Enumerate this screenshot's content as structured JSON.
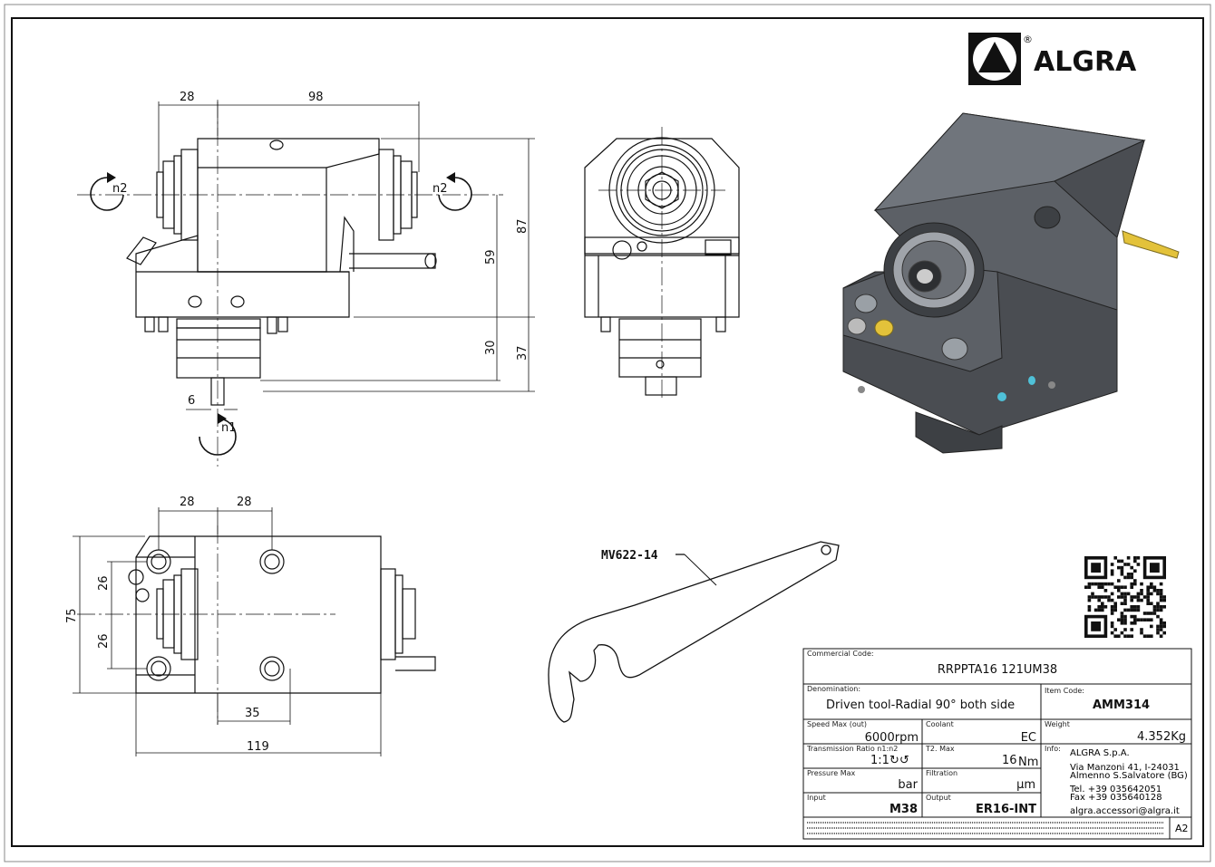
{
  "brand": {
    "name": "ALGRA",
    "registered": "®"
  },
  "dimensions": {
    "front": {
      "d28": "28",
      "d98": "98",
      "d87": "87",
      "d59": "59",
      "d30": "30",
      "d37": "37",
      "d6": "6"
    },
    "top": {
      "d28a": "28",
      "d28b": "28",
      "d75": "75",
      "d26a": "26",
      "d26b": "26",
      "d35": "35",
      "d119": "119"
    }
  },
  "rotations": {
    "n1": "n1",
    "n2_left": "n2",
    "n2_right": "n2"
  },
  "wrench": {
    "label": "MV622-14"
  },
  "title_block": {
    "commercial_code_label": "Commercial Code:",
    "commercial_code": "RRPPTA16 121UM38",
    "denomination_label": "Denomination:",
    "denomination": "Driven tool-Radial 90° both side",
    "item_code_label": "Item Code:",
    "item_code": "AMM314",
    "speed_label": "Speed Max (out)",
    "speed": "6000rpm",
    "coolant_label": "Coolant",
    "coolant": "EC",
    "weight_label": "Weight",
    "weight": "4.352Kg",
    "ratio_label": "Transmission Ratio n1:n2",
    "ratio": "1:1",
    "ratio_symbols": "↻↺",
    "torque_label": "T2. Max",
    "torque_value": "16",
    "torque_unit": "Nm",
    "info_label": "Info:",
    "company": "ALGRA S.p.A.",
    "address1": "Via Manzoni 41, I-24031",
    "address2": "Almenno S.Salvatore (BG)",
    "tel": "Tel. +39 035642051",
    "fax": "Fax +39 035640128",
    "email": "algra.accessori@algra.it",
    "pressure_label": "Pressure Max",
    "pressure_unit": "bar",
    "filtration_label": "Filtration",
    "filtration_unit": "µm",
    "input_label": "Input",
    "input": "M38",
    "output_label": "Output",
    "output": "ER16-INT",
    "sheet_size": "A2"
  },
  "colors": {
    "line": "#111111",
    "body_dark": "#4a4d52",
    "body_mid": "#5c6066",
    "body_light": "#70757c",
    "pin_yellow": "#e3c23a"
  }
}
